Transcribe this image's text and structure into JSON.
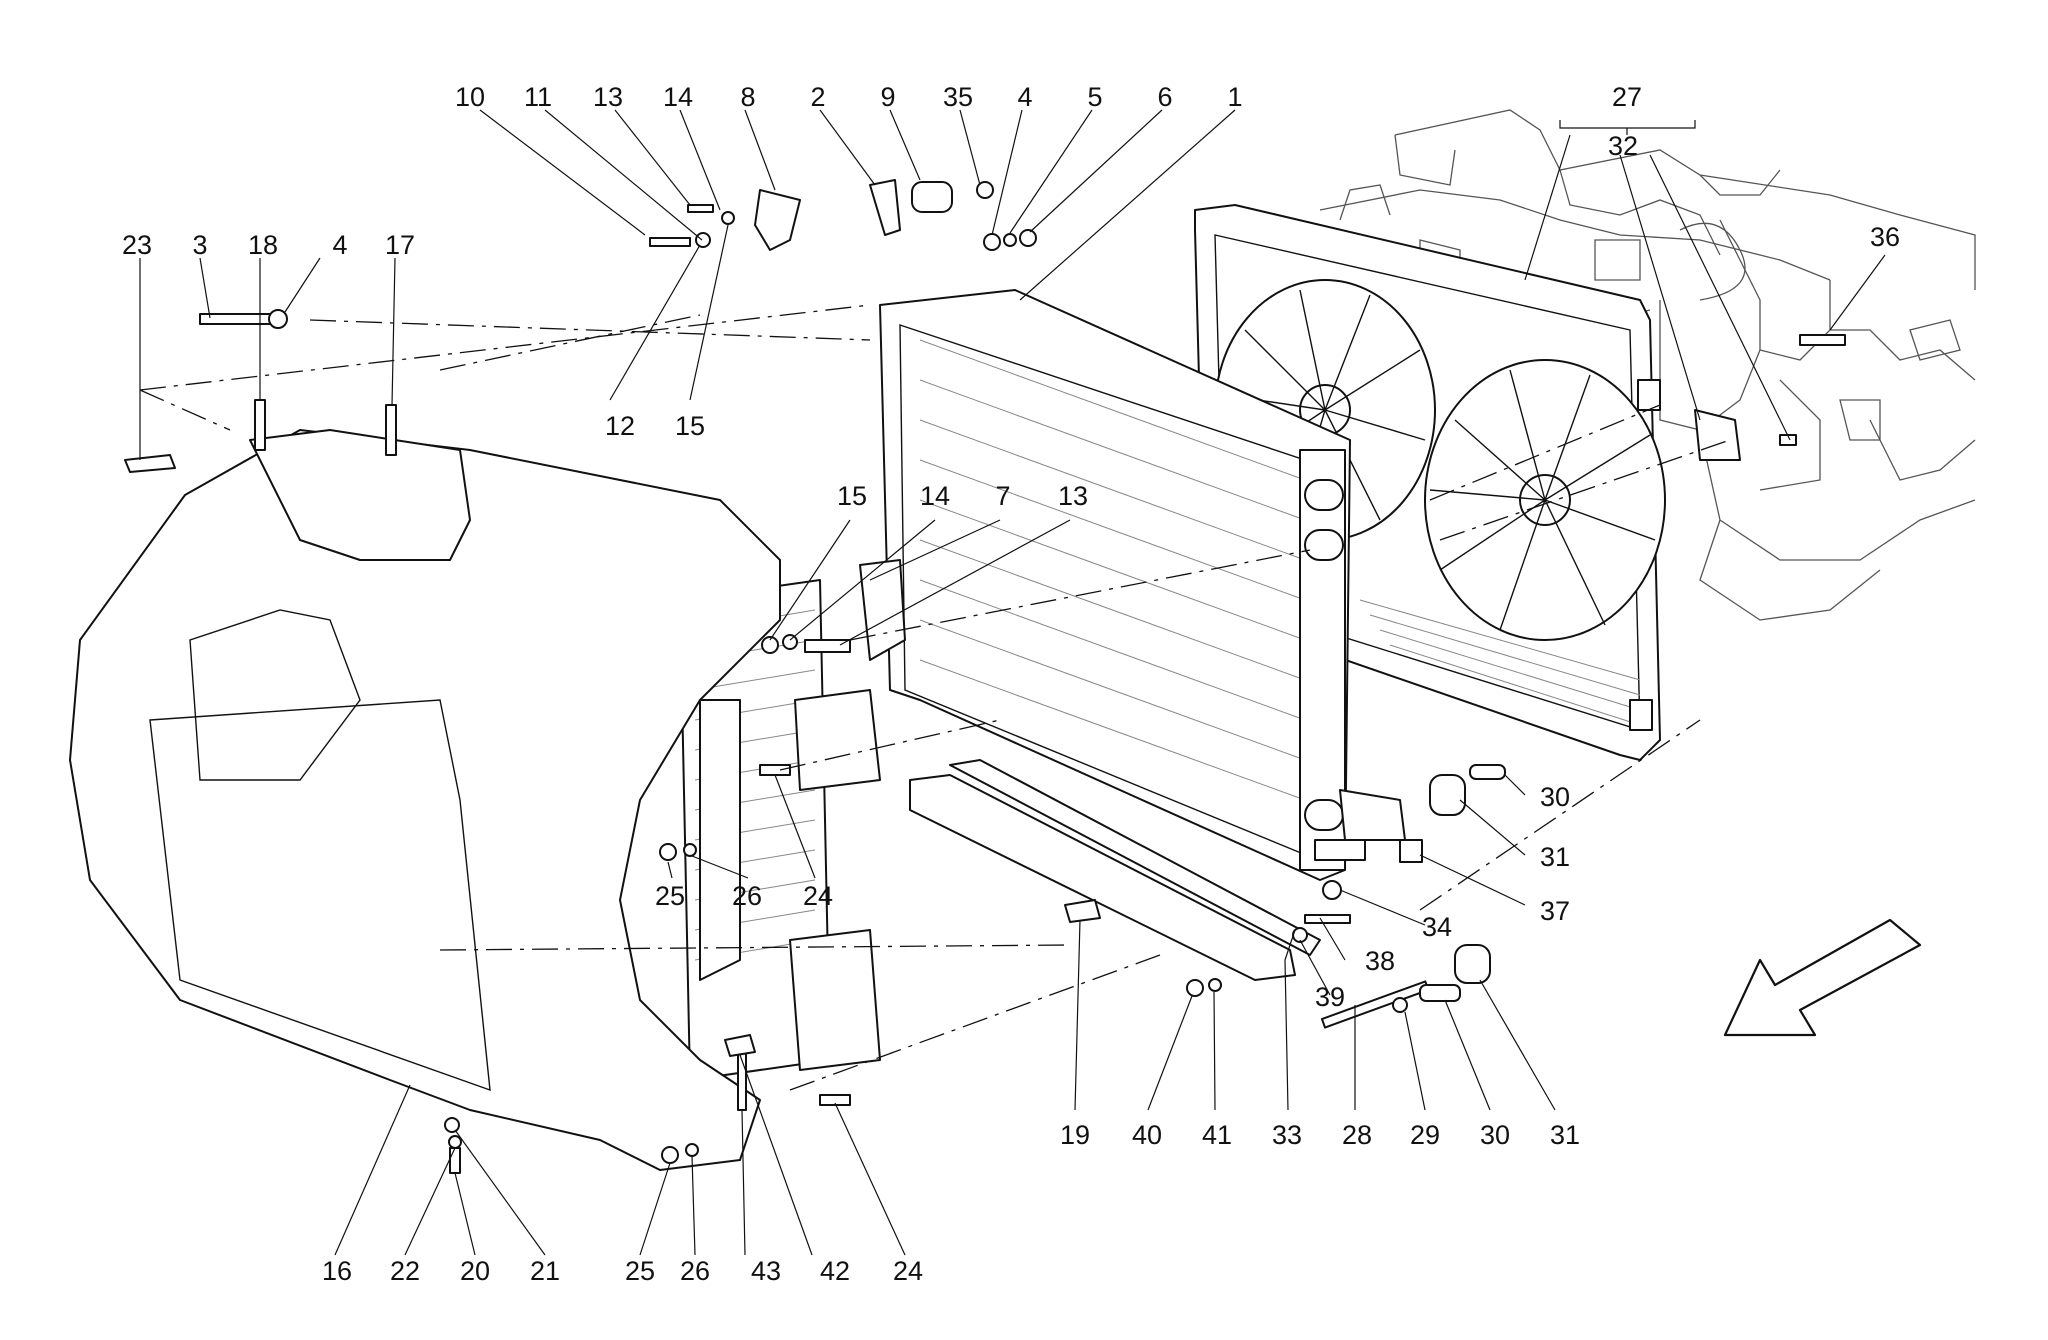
{
  "diagram": {
    "callouts": [
      {
        "id": "c10",
        "text": "10"
      },
      {
        "id": "c11",
        "text": "11"
      },
      {
        "id": "c13a",
        "text": "13"
      },
      {
        "id": "c14a",
        "text": "14"
      },
      {
        "id": "c8",
        "text": "8"
      },
      {
        "id": "c2",
        "text": "2"
      },
      {
        "id": "c9",
        "text": "9"
      },
      {
        "id": "c35",
        "text": "35"
      },
      {
        "id": "c4a",
        "text": "4"
      },
      {
        "id": "c5",
        "text": "5"
      },
      {
        "id": "c6",
        "text": "6"
      },
      {
        "id": "c1",
        "text": "1"
      },
      {
        "id": "c27",
        "text": "27"
      },
      {
        "id": "c32",
        "text": "32"
      },
      {
        "id": "c36",
        "text": "36"
      },
      {
        "id": "c23",
        "text": "23"
      },
      {
        "id": "c3",
        "text": "3"
      },
      {
        "id": "c18",
        "text": "18"
      },
      {
        "id": "c4b",
        "text": "4"
      },
      {
        "id": "c17",
        "text": "17"
      },
      {
        "id": "c12",
        "text": "12"
      },
      {
        "id": "c15a",
        "text": "15"
      },
      {
        "id": "c15b",
        "text": "15"
      },
      {
        "id": "c14b",
        "text": "14"
      },
      {
        "id": "c7",
        "text": "7"
      },
      {
        "id": "c13b",
        "text": "13"
      },
      {
        "id": "c30a",
        "text": "30"
      },
      {
        "id": "c31a",
        "text": "31"
      },
      {
        "id": "c37",
        "text": "37"
      },
      {
        "id": "c34",
        "text": "34"
      },
      {
        "id": "c38",
        "text": "38"
      },
      {
        "id": "c39",
        "text": "39"
      },
      {
        "id": "c25a",
        "text": "25"
      },
      {
        "id": "c26a",
        "text": "26"
      },
      {
        "id": "c24a",
        "text": "24"
      },
      {
        "id": "c19",
        "text": "19"
      },
      {
        "id": "c40",
        "text": "40"
      },
      {
        "id": "c41",
        "text": "41"
      },
      {
        "id": "c33",
        "text": "33"
      },
      {
        "id": "c28",
        "text": "28"
      },
      {
        "id": "c29",
        "text": "29"
      },
      {
        "id": "c30b",
        "text": "30"
      },
      {
        "id": "c31b",
        "text": "31"
      },
      {
        "id": "c16",
        "text": "16"
      },
      {
        "id": "c22",
        "text": "22"
      },
      {
        "id": "c20",
        "text": "20"
      },
      {
        "id": "c21",
        "text": "21"
      },
      {
        "id": "c25b",
        "text": "25"
      },
      {
        "id": "c26b",
        "text": "26"
      },
      {
        "id": "c43",
        "text": "43"
      },
      {
        "id": "c42",
        "text": "42"
      },
      {
        "id": "c24b",
        "text": "24"
      }
    ],
    "direction_arrow": {
      "icon": "forward-direction-arrow-icon"
    }
  }
}
